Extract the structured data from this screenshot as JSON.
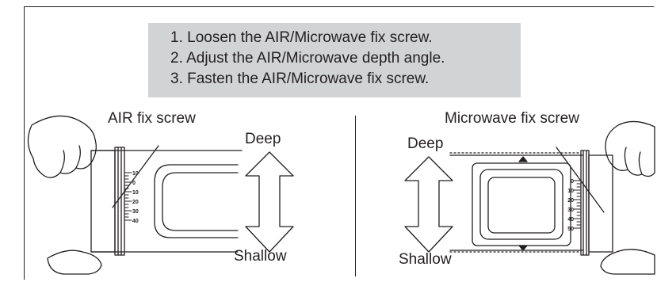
{
  "instructions": {
    "steps": [
      "1. Loosen the AIR/Microwave fix screw.",
      "2. Adjust the AIR/Microwave depth angle.",
      "3. Fasten the AIR/Microwave fix screw."
    ]
  },
  "left_figure": {
    "screw_label": "AIR fix screw",
    "top_label": "Deep",
    "bottom_label": "Shallow",
    "scale": [
      "10",
      "0",
      "10",
      "20",
      "30",
      "40"
    ]
  },
  "right_figure": {
    "screw_label": "Microwave fix screw",
    "top_label": "Deep",
    "bottom_label": "Shallow",
    "scale": [
      "0",
      "10",
      "20",
      "30",
      "40",
      "50"
    ]
  },
  "colors": {
    "box": "#d1d3d4",
    "line": "#231f20"
  }
}
